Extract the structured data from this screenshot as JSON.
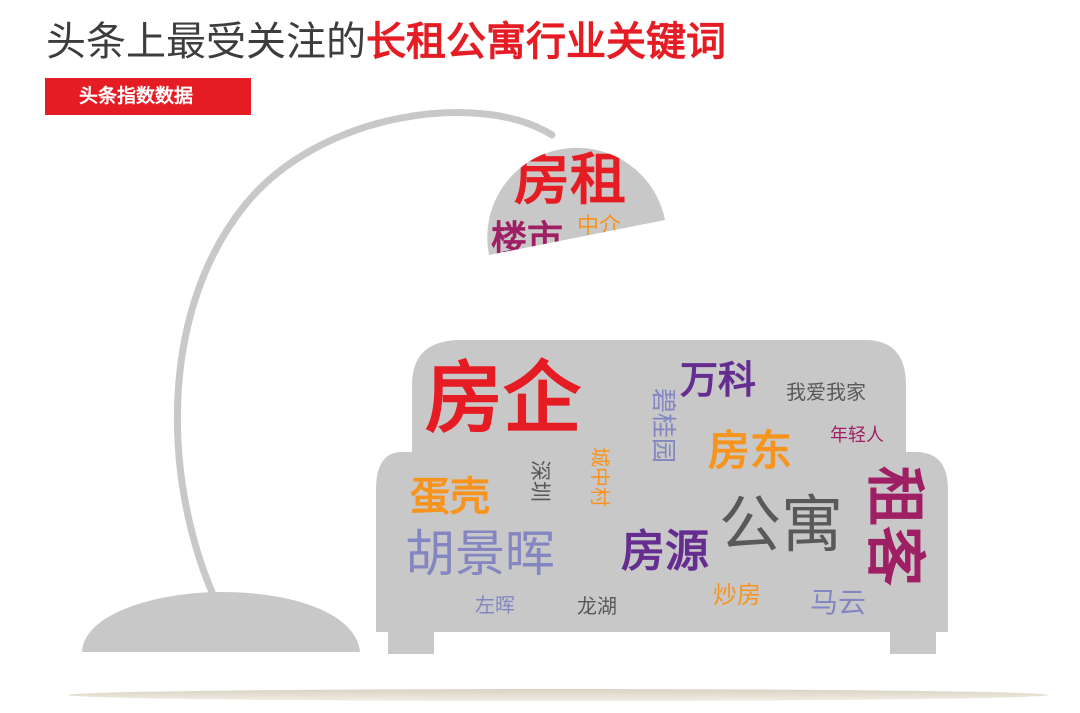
{
  "header": {
    "title_plain": "头条上最受关注的",
    "title_highlight": "长租公寓行业关键词",
    "subtitle": "头条指数数据"
  },
  "colors": {
    "red": "#e51c24",
    "orange": "#f7941d",
    "purple": "#662d91",
    "magenta": "#9e1f63",
    "lavender": "#8386c0",
    "gray_text": "#58595b",
    "sofa": "#c8c8c8",
    "lamp": "#c8c8c8"
  },
  "lamp_words": {
    "fangzu": "房租",
    "loushi": "楼市",
    "zhongjie": "中介"
  },
  "sofa_words": {
    "fangqi": "房企",
    "wanke": "万科",
    "woaiwojia": "我爱我家",
    "biguiyuan": "碧桂园",
    "nianqingren": "年轻人",
    "chengzhongcun": "城中村",
    "fangdong": "房东",
    "shenzhen": "深圳",
    "danke": "蛋壳",
    "gongyu": "公寓",
    "zuke": "租客",
    "huchinghui": "胡景晖",
    "fangyuan": "房源",
    "zuohui": "左晖",
    "longhu": "龙湖",
    "chaofang": "炒房",
    "mayun": "马云"
  }
}
